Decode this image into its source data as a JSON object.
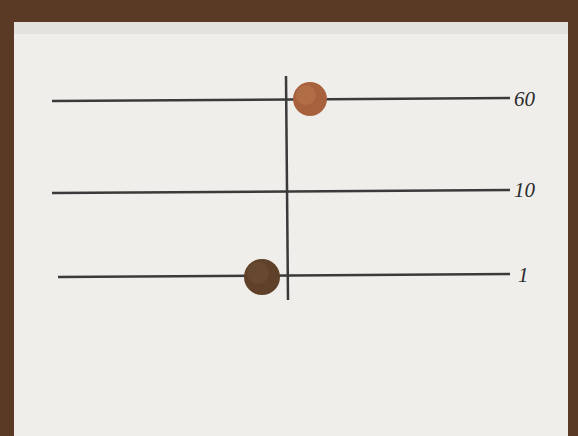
{
  "diagram": {
    "labels": [
      "60",
      "10",
      "1"
    ]
  }
}
